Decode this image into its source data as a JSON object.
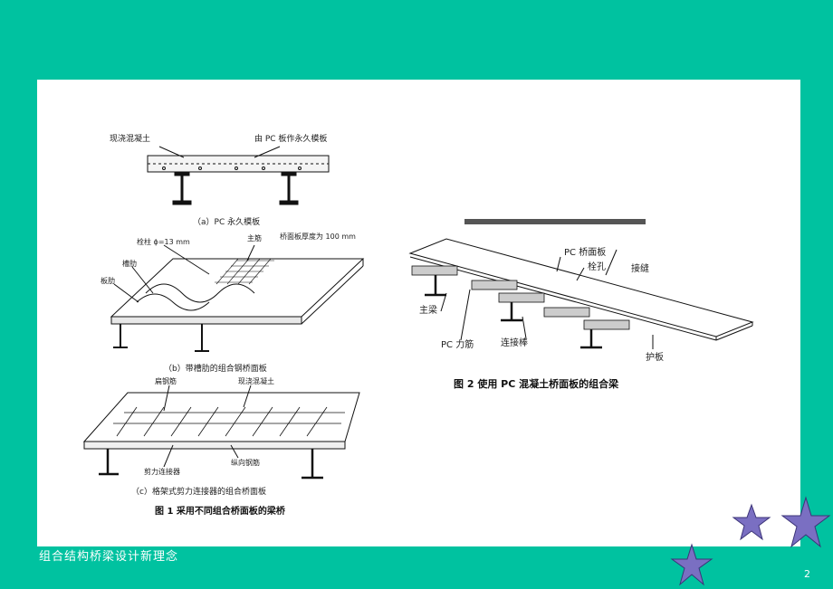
{
  "footer": {
    "text": "组合结构桥梁设计新理念",
    "page_number": "2"
  },
  "colors": {
    "background": "#00c2a0",
    "panel": "#ffffff",
    "star_fill": "#7a6fc2"
  },
  "figure1": {
    "caption": "图 1  采用不同组合桥面板的梁桥",
    "sub_a": {
      "caption": "（a）PC 永久模板",
      "label_concrete": "现浇混凝土",
      "label_formwork": "由 PC 板作永久模板"
    },
    "sub_b": {
      "caption": "（b）带槽肋的组合钢桥面板",
      "label_stud": "栓柱 ϕ=13 mm",
      "label_main_rebar": "主筋",
      "label_thickness": "桥面板厚度为 100 mm",
      "label_rib": "槽肋",
      "label_stiffener": "板肋"
    },
    "sub_c": {
      "caption": "（c）格架式剪力连接器的组合桥面板",
      "label_flat_steel": "扁钢筋",
      "label_cast_concrete": "现浇混凝土",
      "label_shear": "剪力连接器",
      "label_longitudinal": "纵向钢筋"
    }
  },
  "figure2": {
    "caption": "图 2   使用 PC 混凝土桥面板的组合梁",
    "label_pc_deck": "PC 桥面板",
    "label_bolt_hole": "栓孔",
    "label_joint": "接缝",
    "label_main_girder": "主梁",
    "label_pc_tendon": "PC 力筋",
    "label_connector": "连接棒",
    "label_guard_plate": "护板"
  }
}
